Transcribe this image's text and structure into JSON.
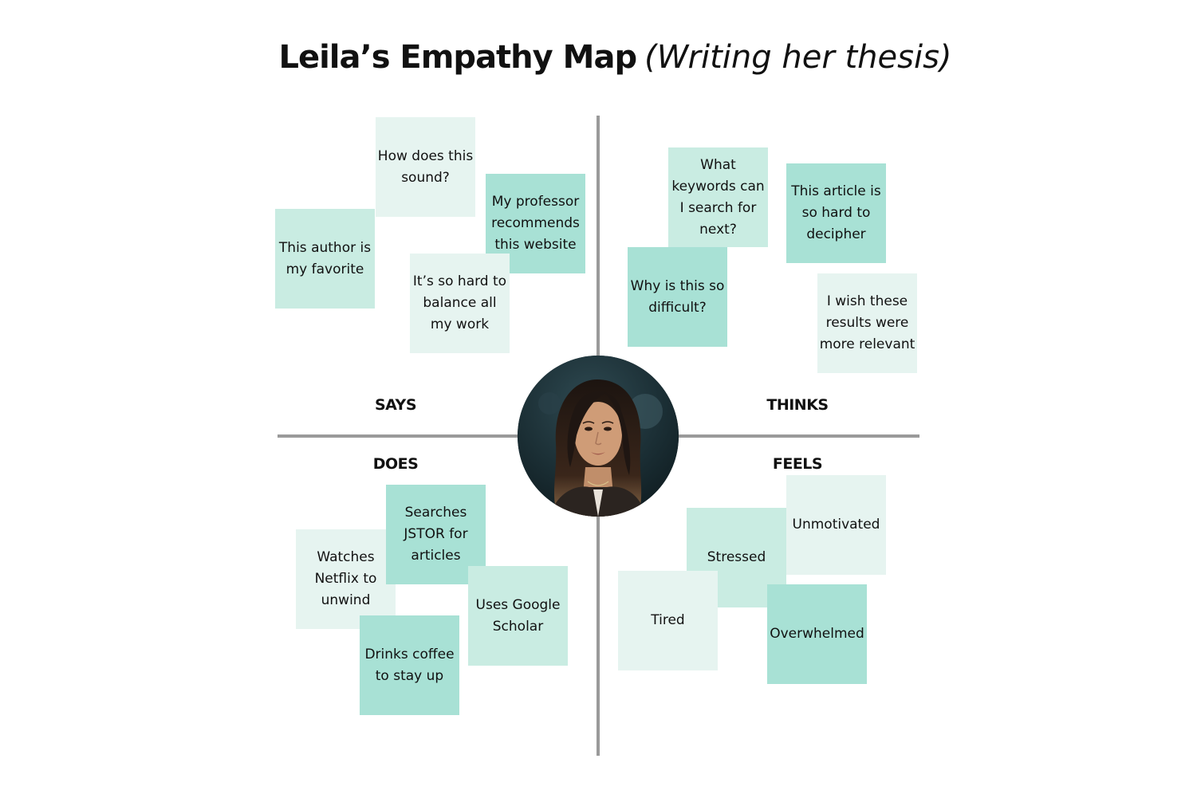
{
  "title": {
    "name": "Leila’s Empathy Map",
    "subtitle": "(Writing her thesis)"
  },
  "quadrants": {
    "says": "SAYS",
    "thinks": "THINKS",
    "does": "DOES",
    "feels": "FEELS"
  },
  "notes": {
    "says": [
      "How does this sound?",
      "My professor recommends this website",
      "This author is my favorite",
      "It’s so hard to balance all my work"
    ],
    "thinks": [
      "What keywords can I search for next?",
      "This article is so hard to decipher",
      "Why is this so difficult?",
      "I wish these results were more relevant"
    ],
    "does": [
      "Searches JSTOR for articles",
      "Watches Netflix to unwind",
      "Uses Google Scholar",
      "Drinks coffee to stay up"
    ],
    "feels": [
      "Unmotivated",
      "Stressed",
      "Tired",
      "Overwhelmed"
    ]
  },
  "colors": {
    "note_light": "#e6f4f0",
    "note_mid": "#c9ece2",
    "note_dark": "#a8e1d5",
    "axis": "#9a9a9a"
  },
  "icons": {
    "avatar": "user-photo"
  }
}
